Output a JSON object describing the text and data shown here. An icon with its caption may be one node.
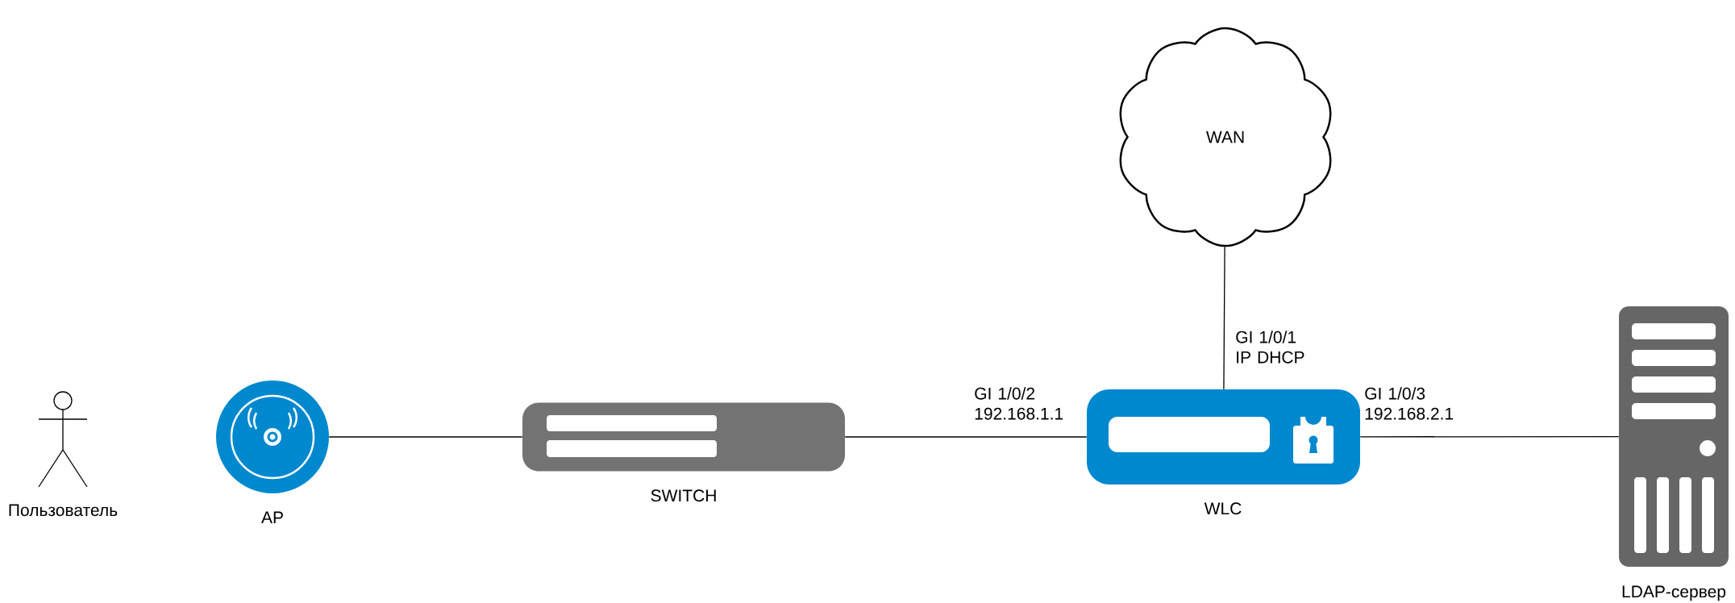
{
  "diagram": {
    "nodes": [
      {
        "text": [
          "Пользователь"
        ]
      },
      {
        "text": [
          "AP"
        ]
      },
      {
        "text": [
          "SWITCH"
        ]
      },
      {
        "text": [
          "WAN"
        ]
      },
      {
        "text": [
          "WLC"
        ]
      },
      {
        "text": [
          "LDAP-сервер"
        ]
      }
    ],
    "edges": [
      {
        "from": 1,
        "to": 2,
        "arrow": "none"
      },
      {
        "from": 2,
        "to": 4,
        "arrow": "none",
        "label": "GI 1/0/2 192.168.1.1"
      },
      {
        "from": 3,
        "to": 4,
        "arrow": "none",
        "label": "GI 1/0/1 IP DHCP"
      },
      {
        "from": 4,
        "to": 5,
        "arrow": "none",
        "label": "GI 1/0/3 192.168.2.1"
      }
    ]
  }
}
